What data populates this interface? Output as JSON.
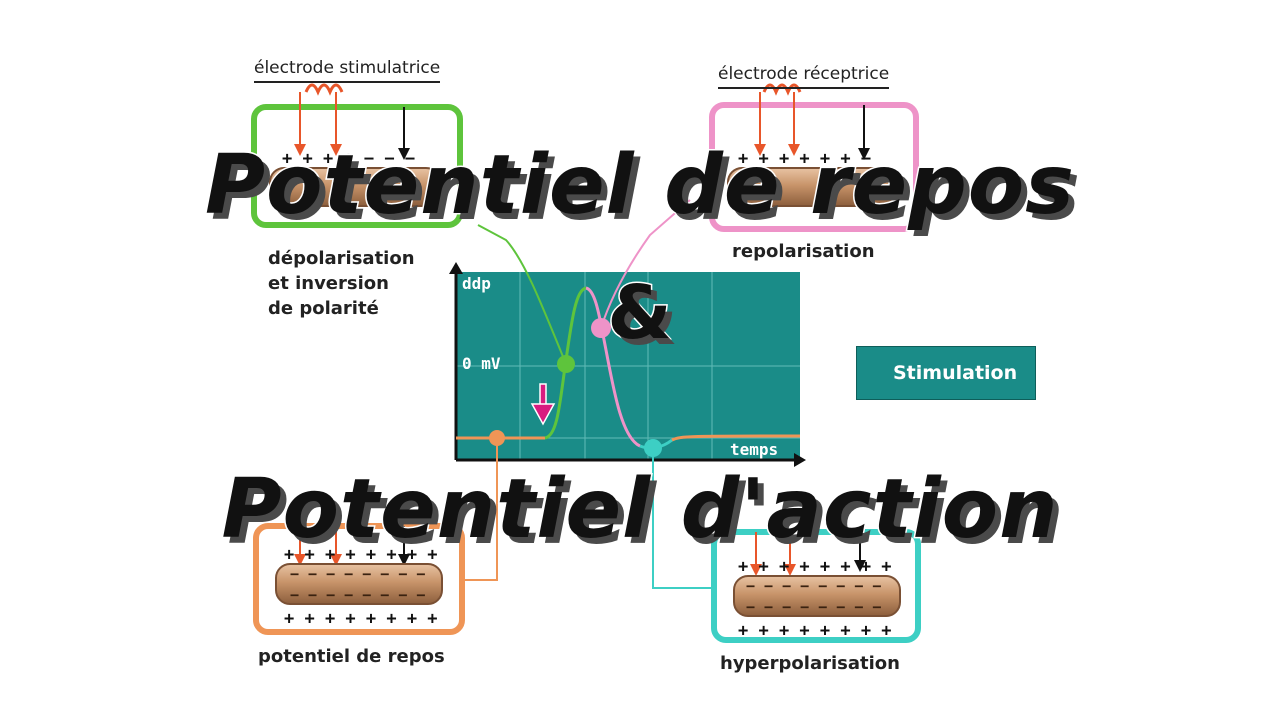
{
  "title": {
    "line1": "Potentiel de repos",
    "line2": "&",
    "line3": "Potentiel d'action"
  },
  "diagram": {
    "electrode_stimulatrice": "électrode stimulatrice",
    "electrode_receptrice": "électrode réceptrice",
    "captions": {
      "depolarisation_l1": "dépolarisation",
      "depolarisation_l2": "et inversion",
      "depolarisation_l3": "de polarité",
      "repolarisation": "repolarisation",
      "repos": "potentiel de repos",
      "hyperpolarisation": "hyperpolarisation"
    },
    "graph": {
      "ylabel": "ddp",
      "zero_label": "0 mV",
      "xlabel": "temps"
    },
    "legend": {
      "stimulation": "Stimulation"
    },
    "colors": {
      "depolarisation": "#5ec43c",
      "repolarisation": "#ee93c8",
      "repos": "#ef9556",
      "hyperpolarisation": "#3dcfc4",
      "graph_bg": "#1a8c88",
      "stimulation_arrow": "#d81b7f",
      "axon": "#c8946a"
    }
  }
}
